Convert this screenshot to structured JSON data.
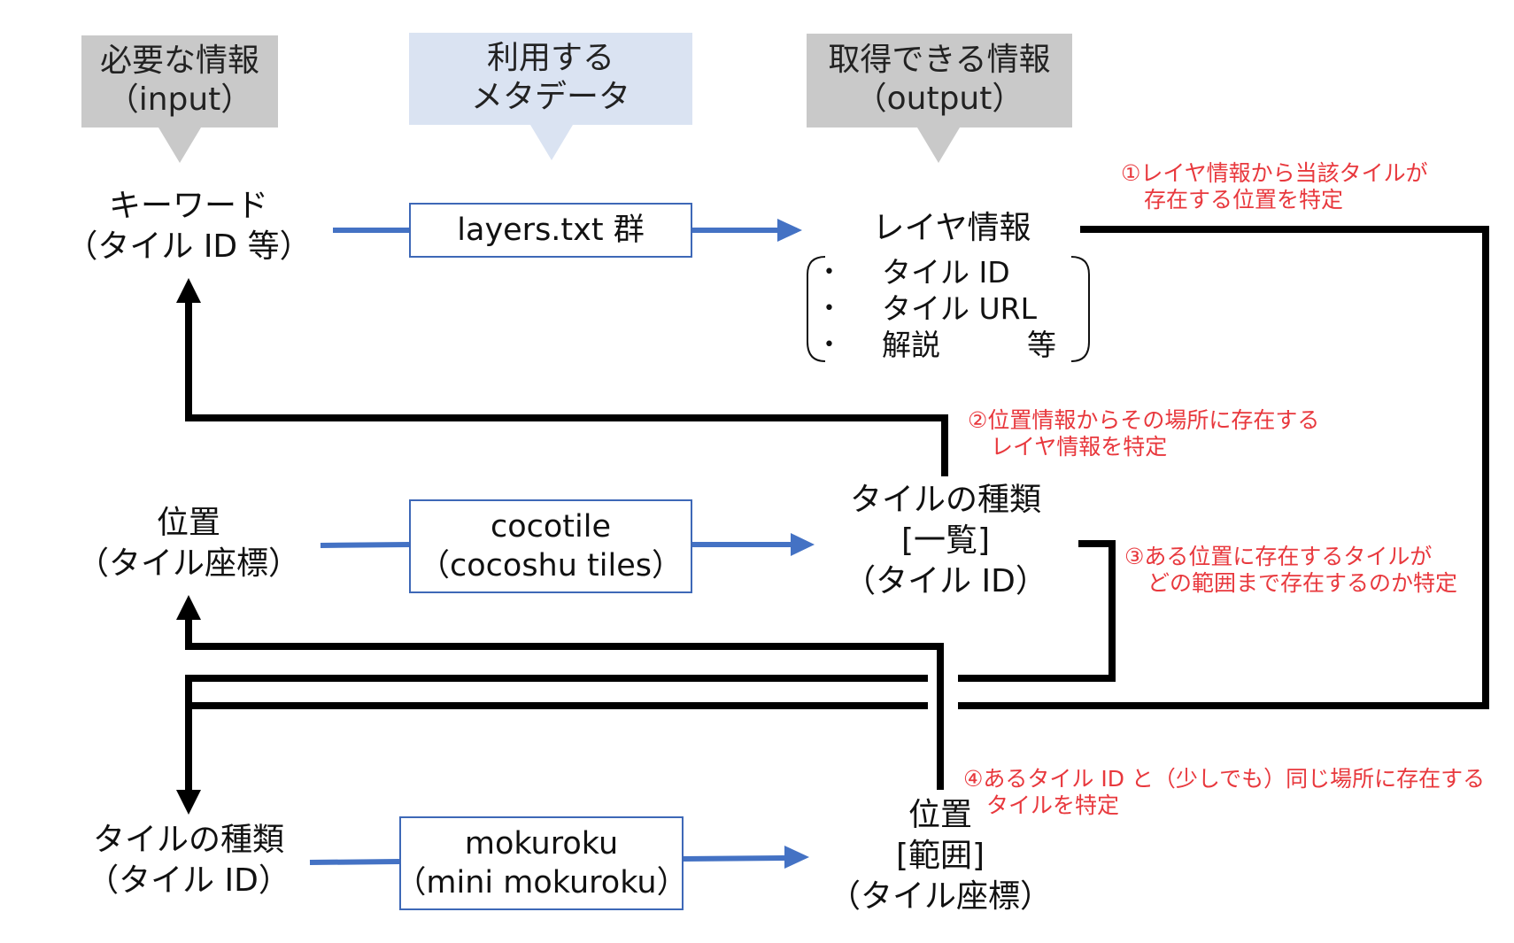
{
  "headers": {
    "input": {
      "line1": "必要な情報",
      "line2": "（input）"
    },
    "metadata": {
      "line1": "利用する",
      "line2": "メタデータ"
    },
    "output": {
      "line1": "取得できる情報",
      "line2": "（output）"
    }
  },
  "nodes": {
    "keyword": {
      "line1": "キーワード",
      "line2": "（タイル ID 等）"
    },
    "layer_info": {
      "line1": "レイヤ情報"
    },
    "position": {
      "line1": "位置",
      "line2": "（タイル座標）"
    },
    "tile_types_list": {
      "line1": "タイルの種類",
      "line2": "[一覧]",
      "line3": "（タイル ID）"
    },
    "tile_types": {
      "line1": "タイルの種類",
      "line2": "（タイル ID）"
    },
    "position_range": {
      "line1": "位置",
      "line2": "[範囲]",
      "line3": "（タイル座標）"
    }
  },
  "layer_info_items": [
    {
      "text": "タイル ID",
      "suffix": ""
    },
    {
      "text": "タイル URL",
      "suffix": ""
    },
    {
      "text": "解説",
      "suffix": "等"
    }
  ],
  "bullet_glyph": "•",
  "metadata_boxes": {
    "layers": {
      "line1": "layers.txt 群"
    },
    "cocotile": {
      "line1": "cocotile",
      "line2": "（cocoshu tiles）"
    },
    "mokuroku": {
      "line1": "mokuroku",
      "line2": "（mini mokuroku）"
    }
  },
  "notes": {
    "n1": {
      "line1": "①レイヤ情報から当該タイルが",
      "line2": "存在する位置を特定"
    },
    "n2": {
      "line1": "②位置情報からその場所に存在する",
      "line2": "レイヤ情報を特定"
    },
    "n3": {
      "line1": "③ある位置に存在するタイルが",
      "line2": "どの範囲まで存在するのか特定"
    },
    "n4": {
      "line1": "④あるタイル ID と（少しでも）同じ場所に存在する",
      "line2": "タイルを特定"
    }
  },
  "colors": {
    "flow_arrow": "#4472c4",
    "box_border": "#3e68b7",
    "link_line": "#000000",
    "note_text": "#e8383d",
    "header_gray": "#c9c9c9",
    "header_blue": "#dae3f2"
  }
}
